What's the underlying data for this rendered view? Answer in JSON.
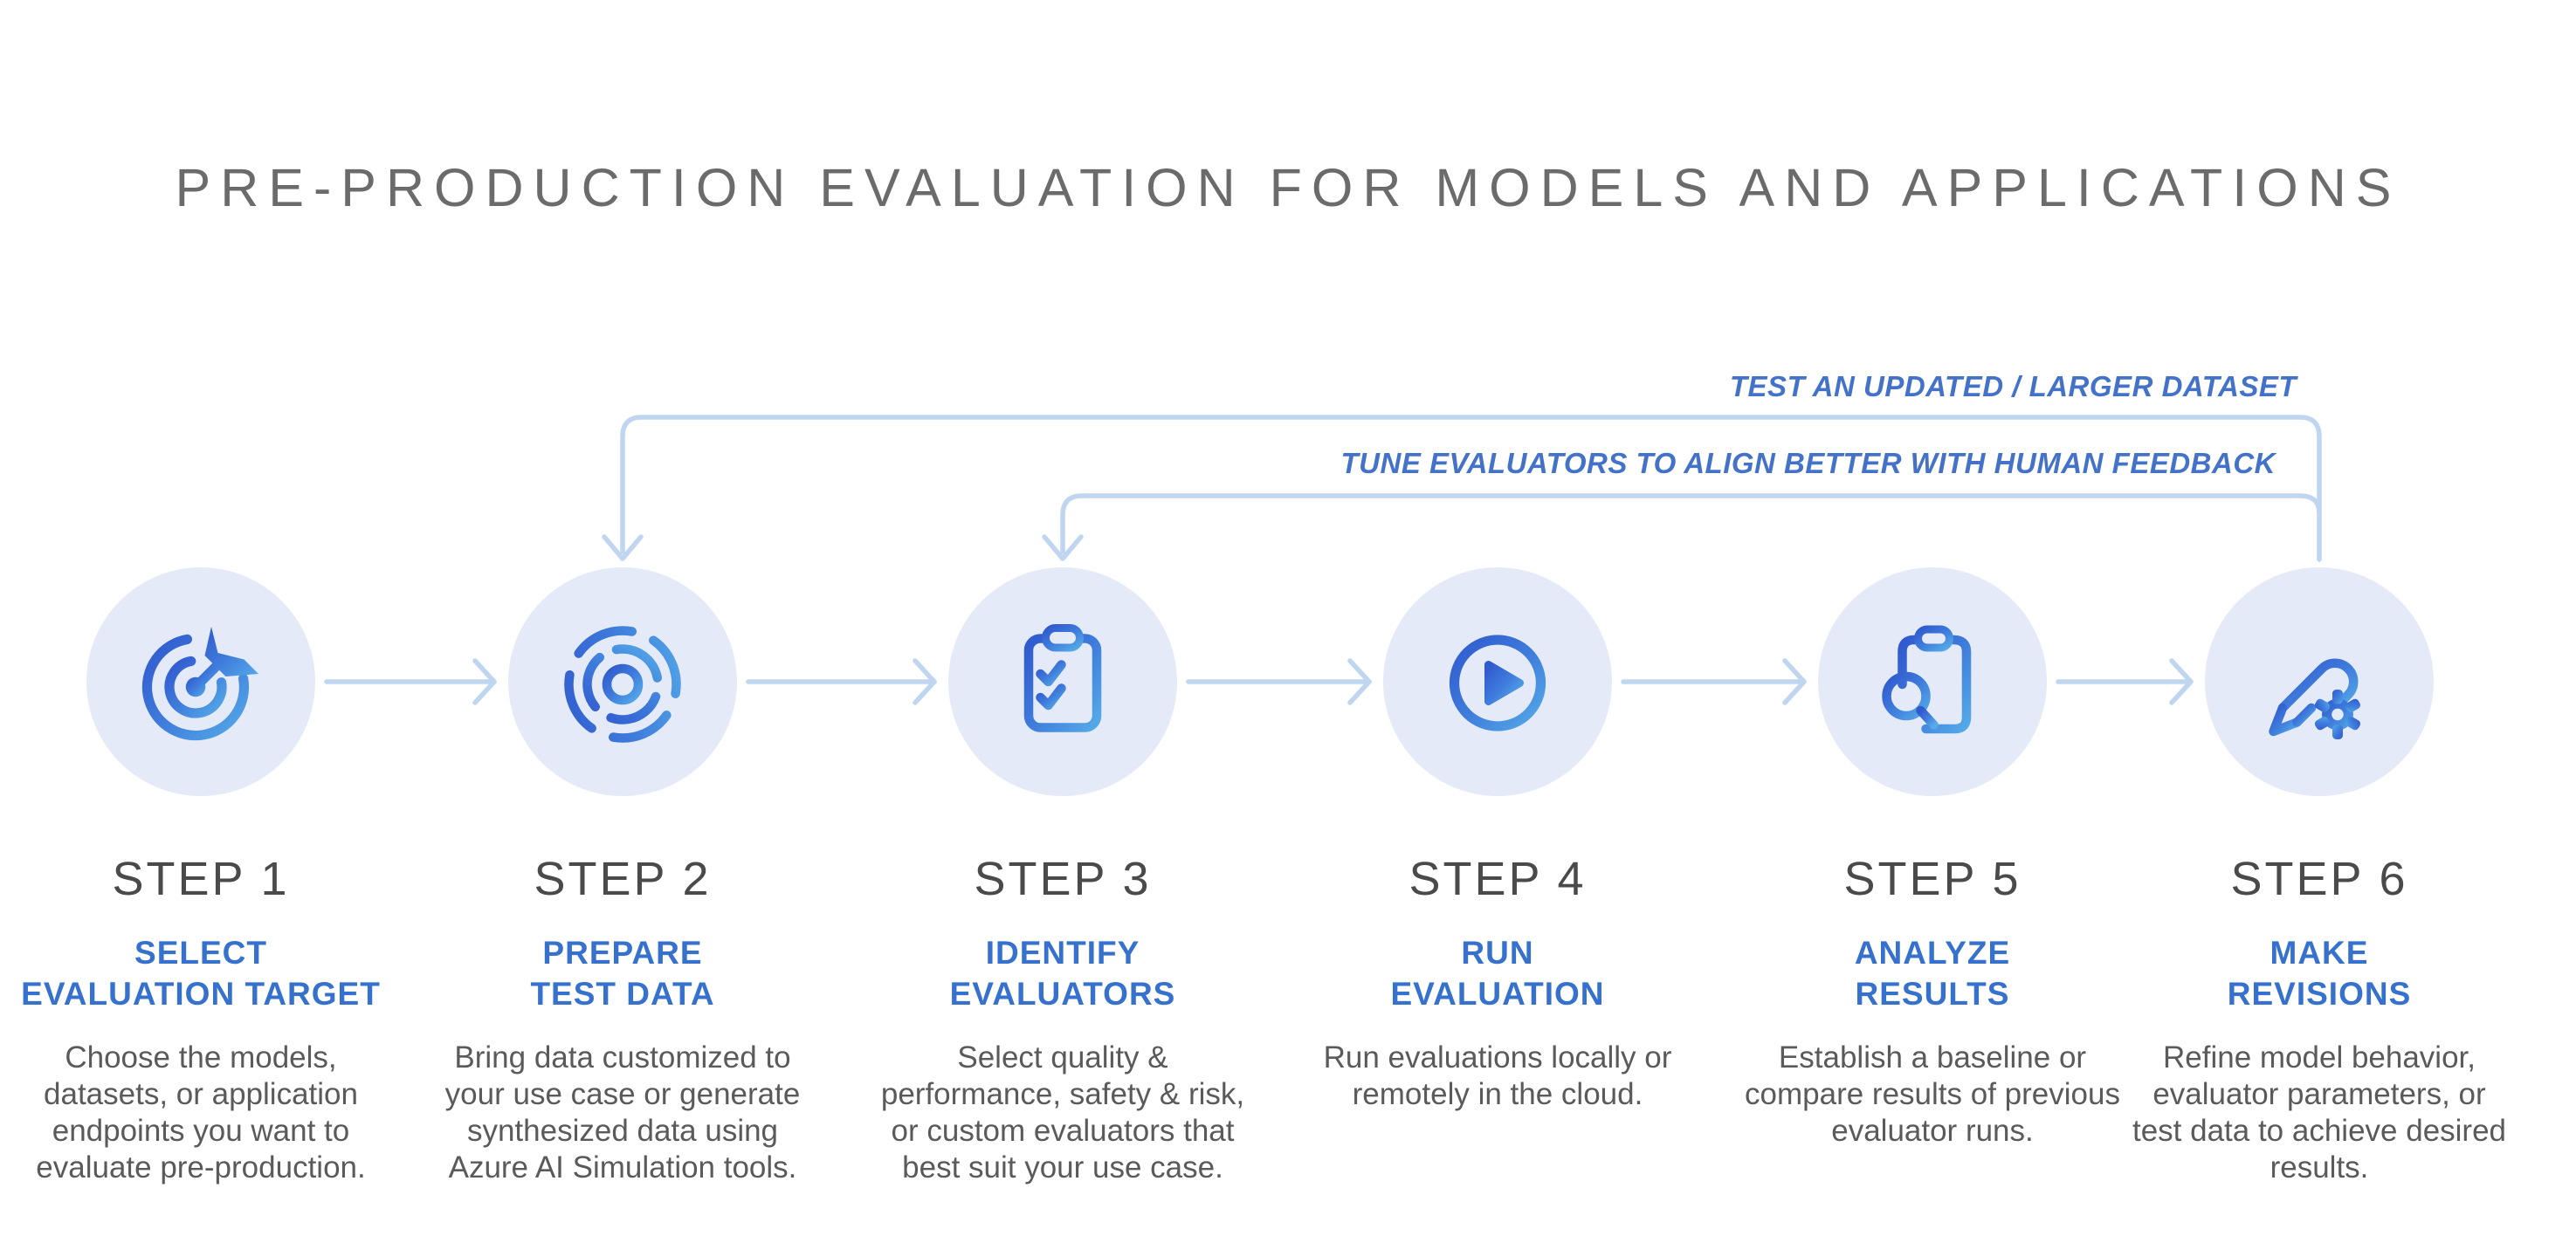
{
  "title": "PRE-PRODUCTION EVALUATION FOR MODELS AND APPLICATIONS",
  "feedback": {
    "outer_label": "TEST AN UPDATED / LARGER DATASET",
    "inner_label": "TUNE EVALUATORS TO ALIGN BETTER WITH HUMAN FEEDBACK"
  },
  "colors": {
    "accent_heading_blue": "#3671cd",
    "feedback_label_blue": "#4472c8",
    "arrow_light_blue": "#bfd5f0",
    "circle_background": "#e4eaf8",
    "icon_gradient_start": "#3059ce",
    "icon_gradient_end": "#55aae8",
    "title_gray": "#6b6b6b",
    "step_label_gray": "#4a4a4a",
    "body_text_gray": "#5a5a5a"
  },
  "steps": [
    {
      "label": "STEP 1",
      "icon": "target-arrow-icon",
      "heading": [
        "SELECT",
        "EVALUATION TARGET"
      ],
      "description": "Choose the models, datasets, or application endpoints you want to evaluate pre-production."
    },
    {
      "label": "STEP 2",
      "icon": "sonar-data-icon",
      "heading": [
        "PREPARE",
        "TEST DATA"
      ],
      "description": "Bring data customized to your use case or generate synthesized data using Azure AI Simulation tools."
    },
    {
      "label": "STEP 3",
      "icon": "checklist-clipboard-icon",
      "heading": [
        "IDENTIFY",
        "EVALUATORS"
      ],
      "description": "Select quality & performance, safety & risk, or custom evaluators that best suit your use case."
    },
    {
      "label": "STEP 4",
      "icon": "play-icon",
      "heading": [
        "RUN",
        "EVALUATION"
      ],
      "description": "Run evaluations locally or remotely in the cloud."
    },
    {
      "label": "STEP 5",
      "icon": "clipboard-search-icon",
      "heading": [
        "ANALYZE",
        "RESULTS"
      ],
      "description": "Establish a baseline or compare results of previous evaluator runs."
    },
    {
      "label": "STEP 6",
      "icon": "pencil-gear-icon",
      "heading": [
        "MAKE",
        "REVISIONS"
      ],
      "description": "Refine model behavior, evaluator parameters, or test data to achieve desired results."
    }
  ]
}
